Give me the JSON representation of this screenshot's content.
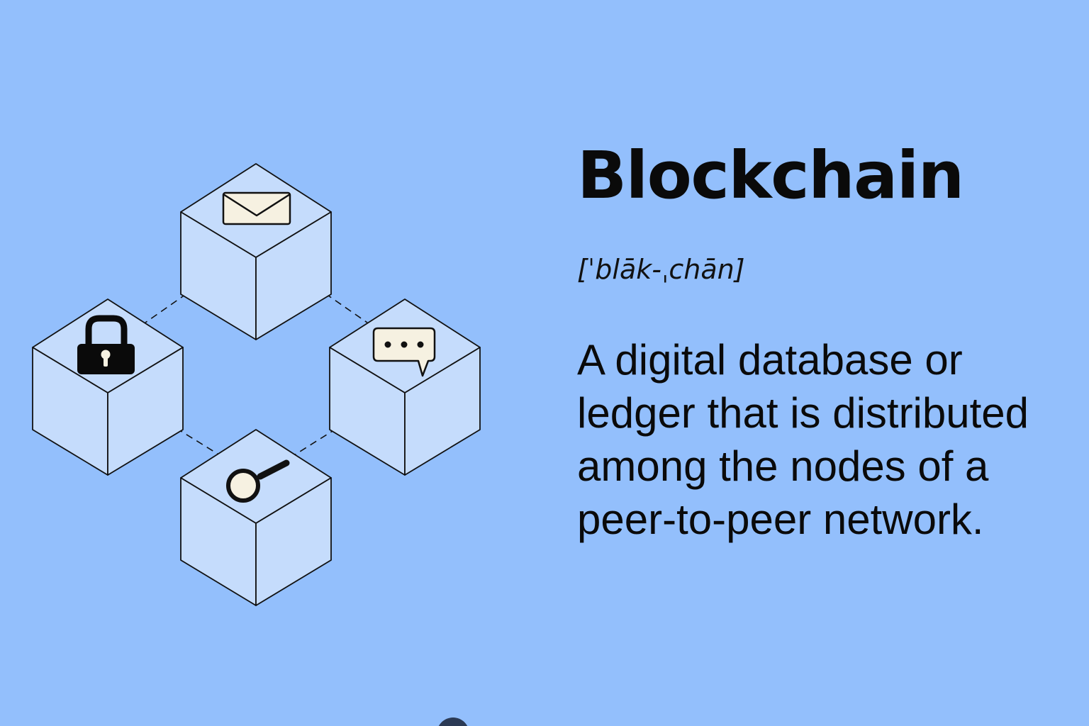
{
  "colors": {
    "background": "#93bffc",
    "cube_face": "#c5dcfc",
    "stroke": "#111111",
    "icon_fill": "#f6f1e1",
    "text": "#0a0a0a"
  },
  "term": "Blockchain",
  "pronunciation": "[ˈblāk-ˌchān]",
  "definition_lines": [
    "A digital database or",
    "ledger that is distributed",
    "among the nodes of a",
    "peer-to-peer network."
  ],
  "nodes": [
    {
      "name": "top",
      "icon": "envelope-icon"
    },
    {
      "name": "left",
      "icon": "padlock-icon"
    },
    {
      "name": "right",
      "icon": "chat-bubble-icon"
    },
    {
      "name": "bottom",
      "icon": "magnifying-glass-icon"
    }
  ]
}
